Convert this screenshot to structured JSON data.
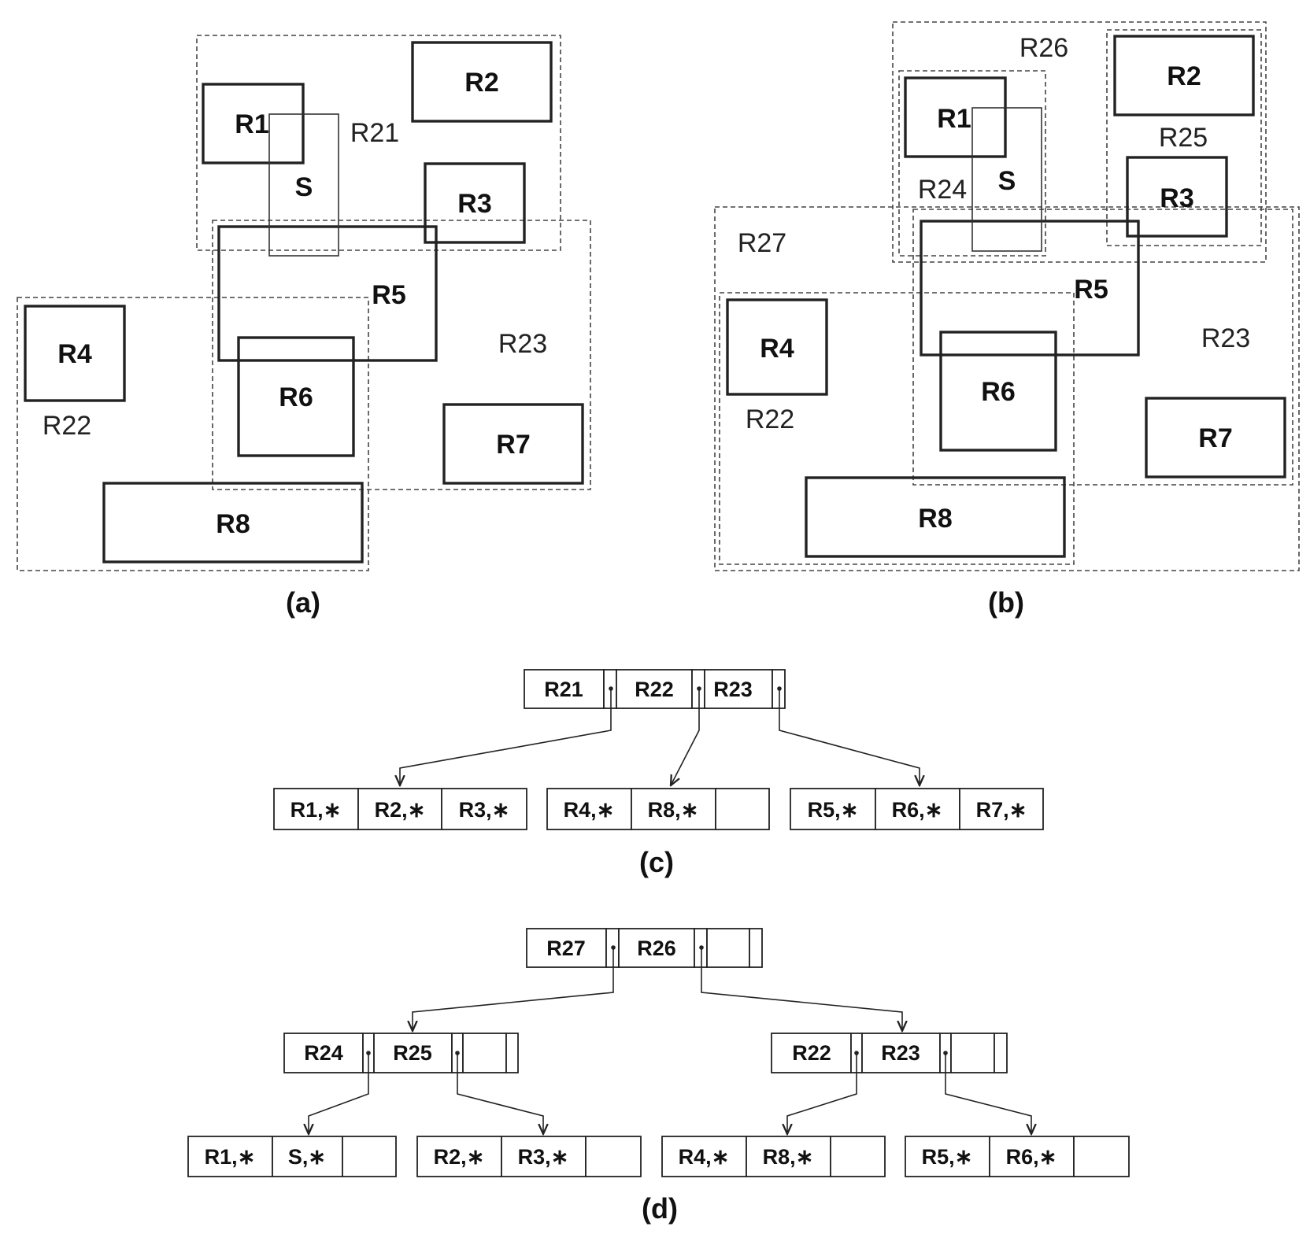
{
  "panel_a": {
    "caption": "(a)",
    "objects": [
      "R1",
      "R2",
      "R3",
      "R4",
      "R5",
      "R6",
      "R7",
      "R8"
    ],
    "query": "S",
    "mbrs": [
      "R21",
      "R22",
      "R23"
    ]
  },
  "panel_b": {
    "caption": "(b)",
    "objects": [
      "R1",
      "R2",
      "R3",
      "R4",
      "R5",
      "R6",
      "R7",
      "R8"
    ],
    "query": "S",
    "mbrs": [
      "R22",
      "R23",
      "R24",
      "R25",
      "R26",
      "R27"
    ]
  },
  "tree_c": {
    "caption": "(c)",
    "root": [
      "R21",
      "R22",
      "R23"
    ],
    "leaves": [
      [
        "R1,∗",
        "R2,∗",
        "R3,∗"
      ],
      [
        "R4,∗",
        "R8,∗",
        ""
      ],
      [
        "R5,∗",
        "R6,∗",
        "R7,∗"
      ]
    ]
  },
  "tree_d": {
    "caption": "(d)",
    "root": [
      "R27",
      "R26",
      ""
    ],
    "internal": [
      [
        "R24",
        "R25",
        ""
      ],
      [
        "R22",
        "R23",
        ""
      ]
    ],
    "leaves": [
      [
        "R1,∗",
        "S,∗",
        ""
      ],
      [
        "R2,∗",
        "R3,∗",
        ""
      ],
      [
        "R4,∗",
        "R8,∗",
        ""
      ],
      [
        "R5,∗",
        "R6,∗",
        ""
      ]
    ]
  }
}
